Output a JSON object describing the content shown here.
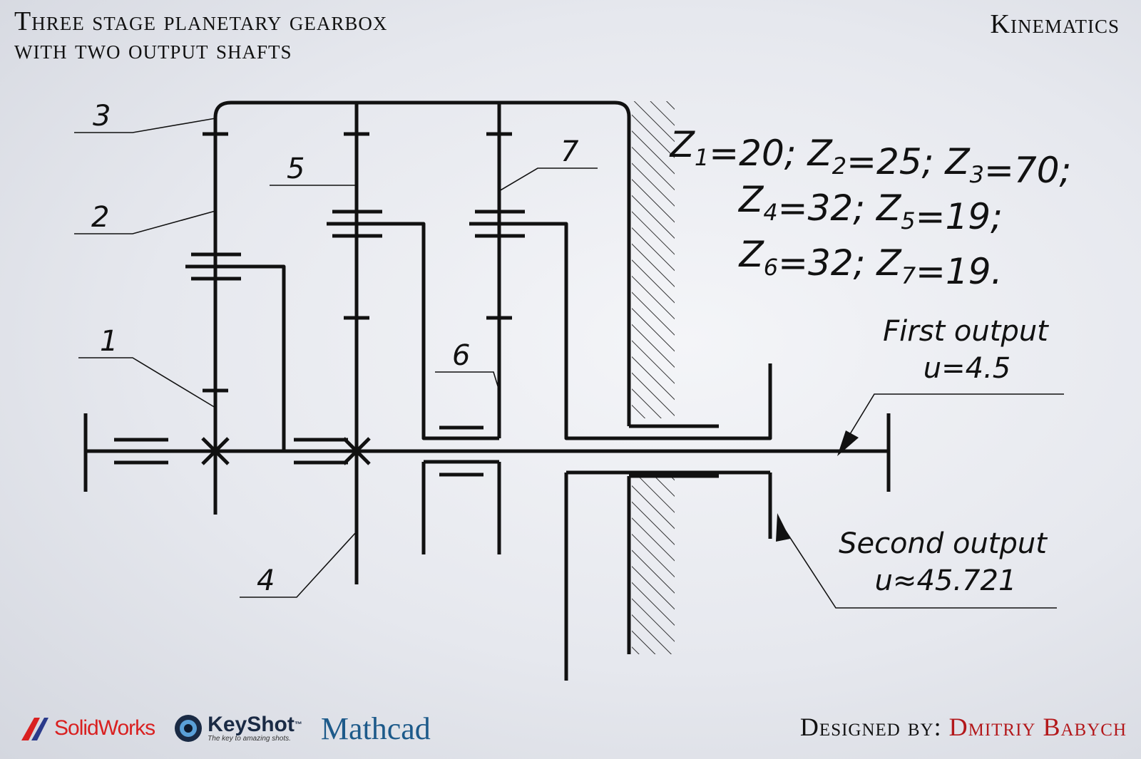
{
  "title": {
    "line1": "Three stage planetary gearbox",
    "line2": "with two output shafts"
  },
  "section_label": "Kinematics",
  "part_labels": {
    "p1": "1",
    "p2": "2",
    "p3": "3",
    "p4": "4",
    "p5": "5",
    "p6": "6",
    "p7": "7"
  },
  "teeth_equations": {
    "line1": "Z1=20; Z2=25; Z3=70;",
    "line2": "Z4=32; Z5=19;",
    "line3": "Z6=32; Z7=19."
  },
  "outputs": {
    "first_label": "First output",
    "first_ratio": "u=4.5",
    "second_label": "Second output",
    "second_ratio": "u≈45.721"
  },
  "footer": {
    "solidworks": "SolidWorks",
    "keyshot": "KeyShot",
    "keyshot_tm": "™",
    "keyshot_tagline": "The key to amazing shots.",
    "mathcad": "Mathcad",
    "designed_by": "Designed by:",
    "designer": "Dmitriy Babych"
  },
  "colors": {
    "line": "#111111",
    "accent_red": "#b3181b",
    "solidworks_red": "#d92020",
    "mathcad_blue": "#1d5a8a"
  }
}
